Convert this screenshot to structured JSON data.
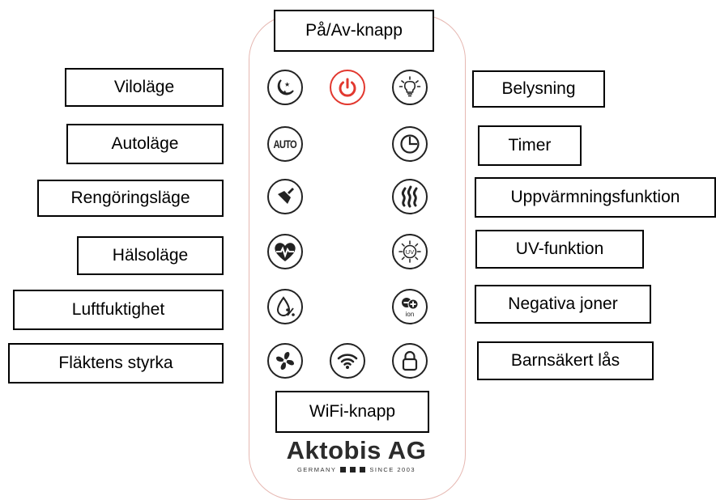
{
  "labels": {
    "power": "På/Av-knapp",
    "sleep": "Viloläge",
    "auto": "Autoläge",
    "clean": "Rengöringsläge",
    "health": "Hälsoläge",
    "humidity": "Luftfuktighet",
    "fan": "Fläktens styrka",
    "light": "Belysning",
    "timer": "Timer",
    "heating": "Uppvärmningsfunktion",
    "uv": "UV-funktion",
    "ion": "Negativa joner",
    "lock": "Barnsäkert lås",
    "wifi": "WiFi-knapp"
  },
  "buttons": {
    "auto_text": "AUTO",
    "uv_text": "UV",
    "ion_text": "ion"
  },
  "logo": {
    "name": "Aktobis AG",
    "country": "GERMANY",
    "since": "SINCE 2003"
  },
  "colors": {
    "power": "#e2382f",
    "outline": "#e6b8b2"
  }
}
